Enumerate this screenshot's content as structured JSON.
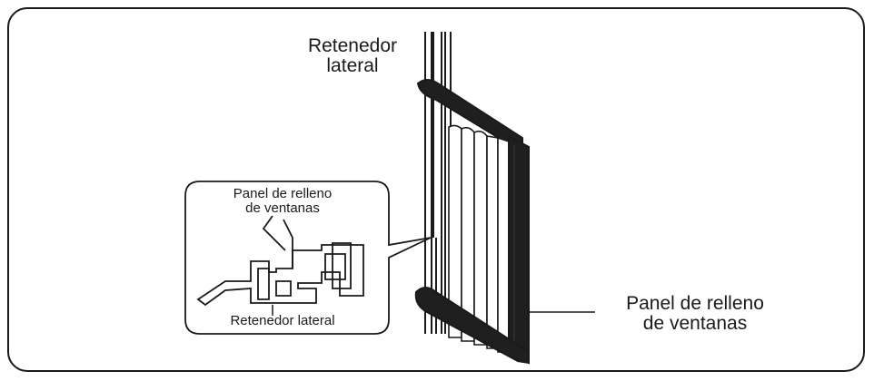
{
  "labels": {
    "side_retainer": [
      "Retenedor",
      "lateral"
    ],
    "filler_panel": [
      "Panel de relleno",
      "de ventanas"
    ],
    "inset_filler_panel": [
      "Panel de relleno",
      "de ventanas"
    ],
    "inset_side_retainer": "Retenedor lateral"
  },
  "colors": {
    "line": "#1a1a1a",
    "fill_dark": "#1f1f1f",
    "background": "#ffffff"
  }
}
